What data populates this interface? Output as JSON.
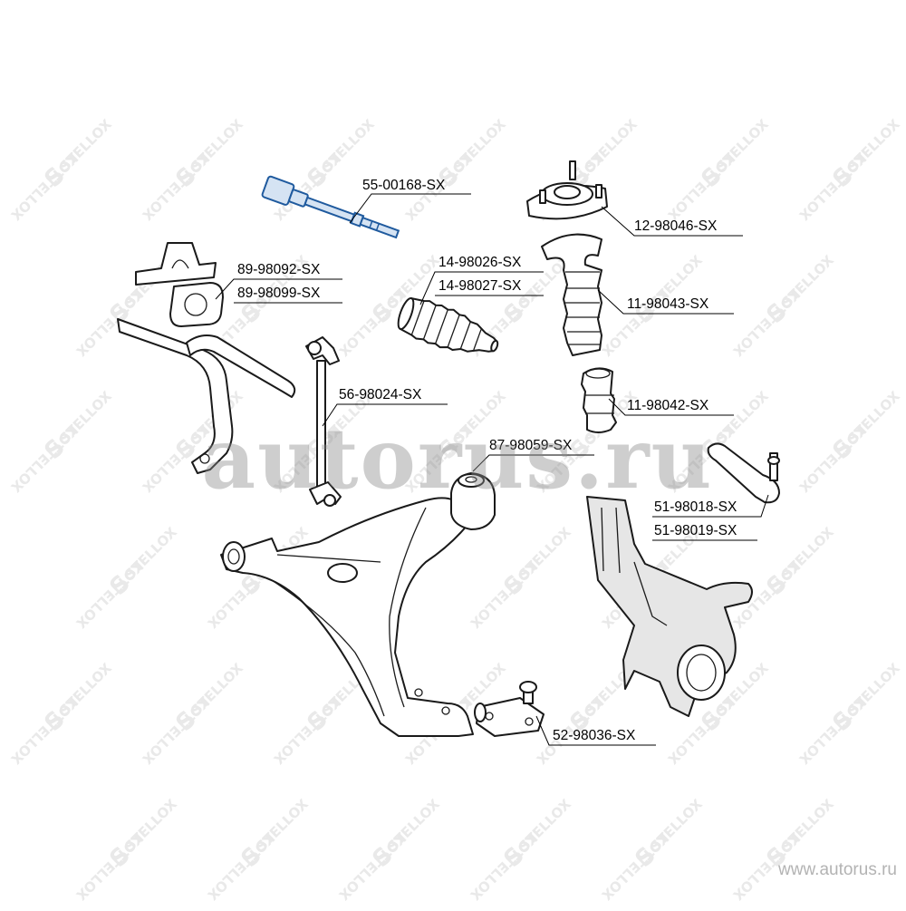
{
  "colors": {
    "background": "#ffffff",
    "line": "#1a1a1a",
    "label": "#000000",
    "highlight": "#1f5a9e",
    "highlight_fill": "#d5e3f3",
    "watermark": "#e9e9e9",
    "site_watermark": "#8a8a8a"
  },
  "watermark": {
    "brand_left": "KOTTELLOX",
    "brand_right": "STELLOX",
    "site": "autorus.ru",
    "url": "www.autorus.ru"
  },
  "parts": [
    {
      "id": "tie-rod",
      "label": "55-00168-SX",
      "highlighted": true
    },
    {
      "id": "strut-mount",
      "label": "12-98046-SX"
    },
    {
      "id": "stabilizer-bushing",
      "label": "89-98092-SX"
    },
    {
      "id": "stabilizer-bushing-alt",
      "label": "89-98099-SX"
    },
    {
      "id": "steering-boot",
      "label": "14-98026-SX"
    },
    {
      "id": "steering-boot-alt",
      "label": "14-98027-SX"
    },
    {
      "id": "shock-boot",
      "label": "11-98043-SX"
    },
    {
      "id": "stabilizer-link",
      "label": "56-98024-SX"
    },
    {
      "id": "bump-stop",
      "label": "11-98042-SX"
    },
    {
      "id": "arm-bushing",
      "label": "87-98059-SX"
    },
    {
      "id": "tie-rod-end",
      "label": "51-98018-SX"
    },
    {
      "id": "tie-rod-end-alt",
      "label": "51-98019-SX"
    },
    {
      "id": "ball-joint",
      "label": "52-98036-SX"
    }
  ]
}
